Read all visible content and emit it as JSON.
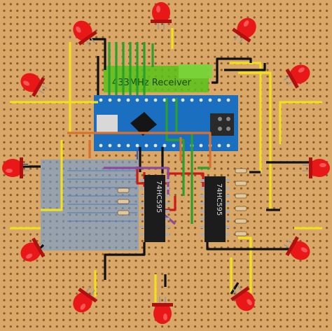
{
  "diagram": {
    "receiver_label": "433MHz Receiver",
    "chip1_label": "74HC595",
    "chip2_label": "74HC595",
    "colors": {
      "board": "#d9a868",
      "hole": "#8a5a2a",
      "nano": "#1a6fc0",
      "chip": "#1c1c1c",
      "receiver": "#58c21a",
      "module": "#6a9edb",
      "led": "#e81818",
      "wire_black": "#111111",
      "wire_yellow": "#f0e020",
      "wire_red": "#cc1a1a",
      "wire_green": "#2ca02c",
      "wire_orange": "#d87030",
      "wire_purple": "#8a4aa0",
      "wire_blue": "#3a5ac8"
    }
  }
}
